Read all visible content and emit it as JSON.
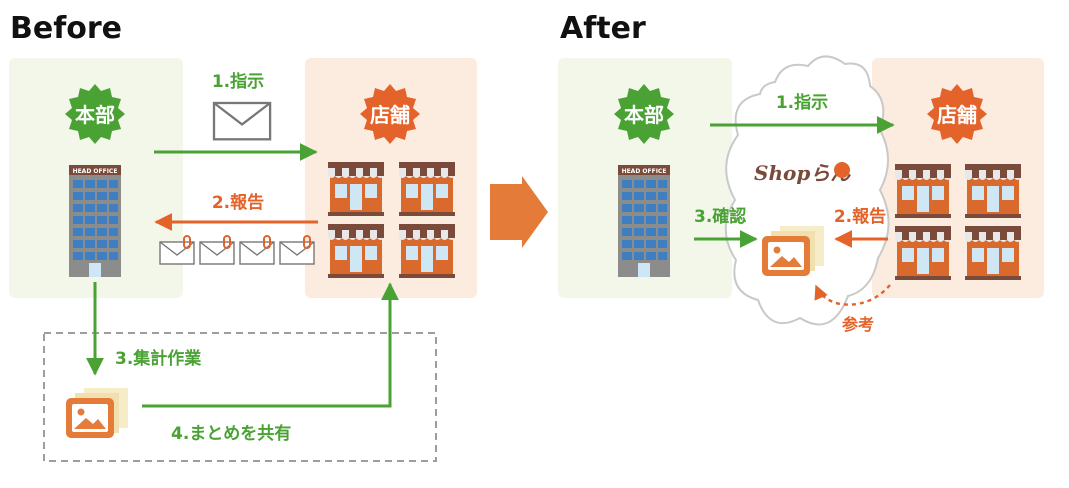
{
  "before": {
    "title": "Before",
    "hq_badge": "本部",
    "store_badge": "店舗",
    "building_sign": "HEAD OFFICE",
    "step1": "1.指示",
    "step2": "2.報告",
    "step3": "3.集計作業",
    "step4": "4.まとめを共有"
  },
  "after": {
    "title": "After",
    "hq_badge": "本部",
    "store_badge": "店舗",
    "building_sign": "HEAD OFFICE",
    "logo": "Shopらん",
    "step1": "1.指示",
    "step2": "2.報告",
    "step3": "3.確認",
    "reference": "参考"
  },
  "colors": {
    "green": "#4aa234",
    "orange": "#e3632a",
    "hq_panel": "#f2f7ea",
    "store_panel": "#fcebdf",
    "big_arrow": "#e47b39",
    "dashed_border": "#9d9d9d",
    "cloud_border": "#c9c9c9"
  }
}
